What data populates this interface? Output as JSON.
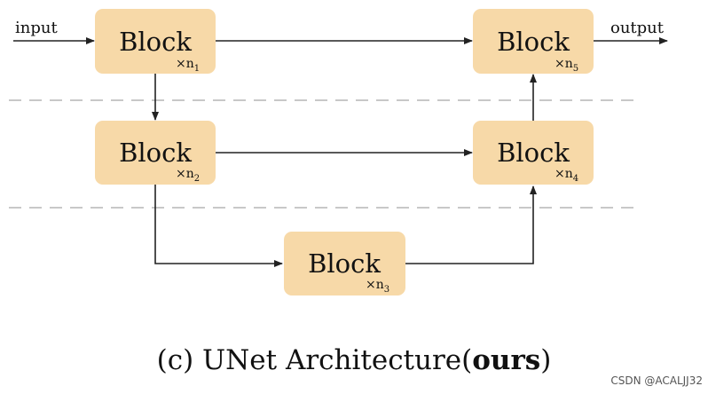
{
  "diagram": {
    "input_label": "input",
    "output_label": "output",
    "block_fill": "#f7d9a8",
    "blocks": [
      {
        "id": "b1",
        "label": "Block",
        "mult": "×n",
        "sub": "1"
      },
      {
        "id": "b2",
        "label": "Block",
        "mult": "×n",
        "sub": "2"
      },
      {
        "id": "b3",
        "label": "Block",
        "mult": "×n",
        "sub": "3"
      },
      {
        "id": "b4",
        "label": "Block",
        "mult": "×n",
        "sub": "4"
      },
      {
        "id": "b5",
        "label": "Block",
        "mult": "×n",
        "sub": "5"
      }
    ]
  },
  "caption": {
    "prefix": "(c) UNet Architecture(",
    "bold": "ours",
    "suffix": ")"
  },
  "watermark": "CSDN @ACALJJ32"
}
